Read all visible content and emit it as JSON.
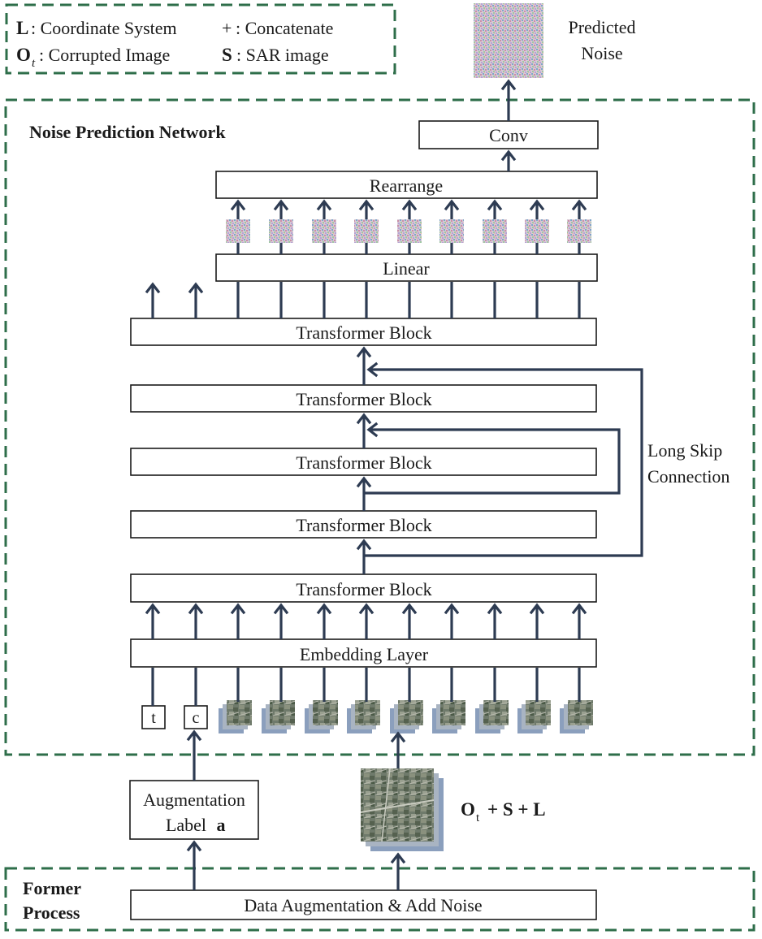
{
  "legend": {
    "l_symbol": "L",
    "l_text": ": Coordinate System",
    "plus_symbol": "+",
    "plus_text": ": Concatenate",
    "o_symbol": "O",
    "o_sub": "t",
    "o_text": ": Corrupted Image",
    "s_symbol": "S",
    "s_text": ": SAR image"
  },
  "output": {
    "label_line1": "Predicted",
    "label_line2": "Noise"
  },
  "network": {
    "title": "Noise Prediction Network",
    "conv": "Conv",
    "rearrange": "Rearrange",
    "linear": "Linear",
    "transformer_blocks": [
      "Transformer Block",
      "Transformer Block",
      "Transformer Block",
      "Transformer Block",
      "Transformer Block"
    ],
    "skip_label_line1": "Long Skip",
    "skip_label_line2": "Connection",
    "embedding": "Embedding Layer",
    "token_t": "t",
    "token_c": "c"
  },
  "input": {
    "aug_line1": "Augmentation",
    "aug_line2": "Label",
    "aug_bold": "a",
    "formula_o": "O",
    "formula_sub": "t",
    "formula_rest": "+ S + L"
  },
  "former": {
    "title_line1": "Former",
    "title_line2": "Process",
    "process": "Data Augmentation & Add Noise"
  },
  "colors": {
    "dashed_border": "#2e6e4a",
    "arrow": "#2d3b52",
    "patch_shadow": "#8b9fbd"
  }
}
